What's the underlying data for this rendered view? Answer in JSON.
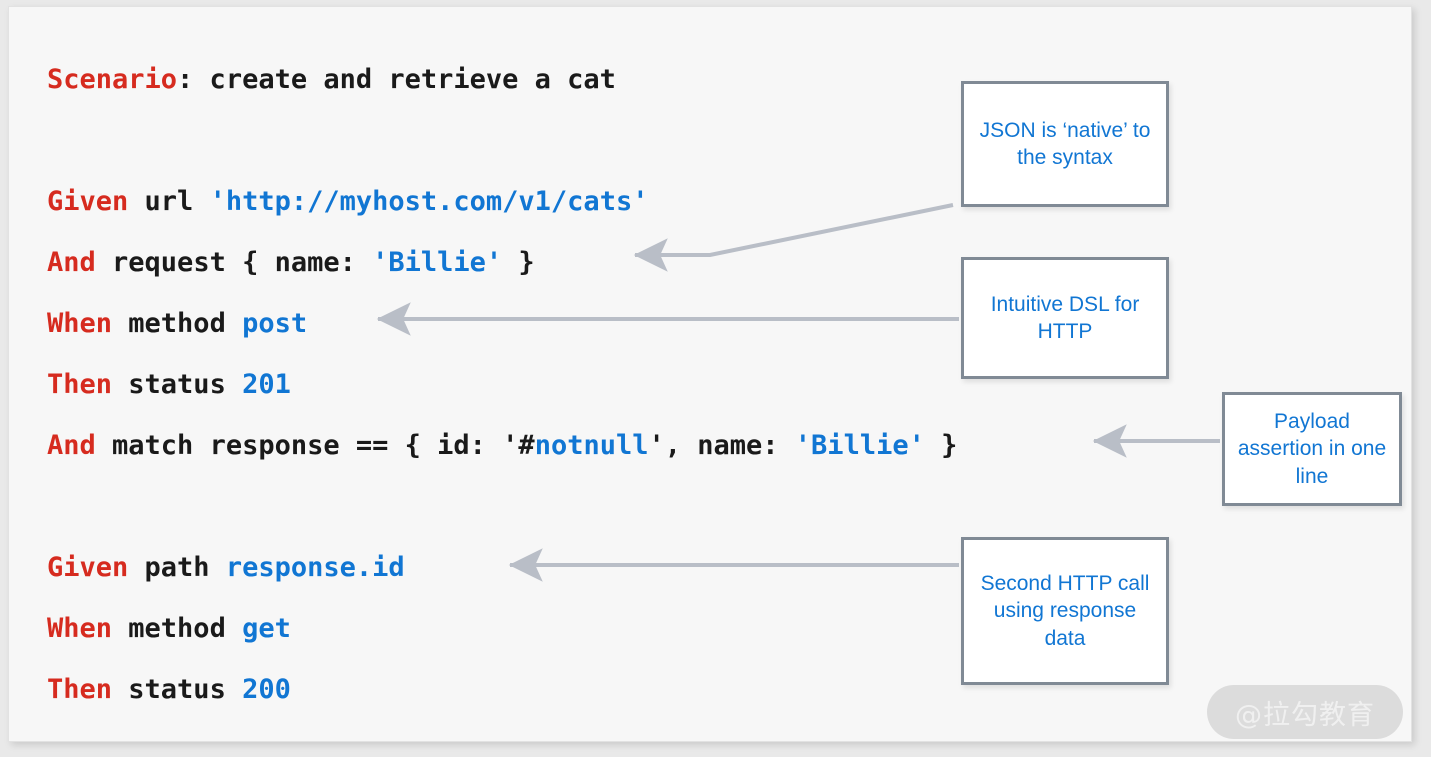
{
  "slide": {
    "background_color": "#f7f7f7",
    "page_background_color": "#e9e9e9"
  },
  "colors": {
    "keyword_red": "#d62b1f",
    "value_blue": "#1176d3",
    "plain_black": "#1a1a1a",
    "callout_border_gray": "#808a95",
    "connector_gray": "#b9bec7",
    "watermark_bg": "#dcdcdc",
    "watermark_text": "#f0f0f0"
  },
  "code": {
    "lines": [
      {
        "id": "scenario",
        "tokens": [
          {
            "text": "Scenario",
            "style": "kw"
          },
          {
            "text": ": create and retrieve a cat",
            "style": "pl"
          }
        ]
      },
      {
        "id": "blank-1",
        "tokens": []
      },
      {
        "id": "given-url",
        "tokens": [
          {
            "text": "Given",
            "style": "kw"
          },
          {
            "text": " url ",
            "style": "pl"
          },
          {
            "text": "'http://myhost.com/v1/cats'",
            "style": "val"
          }
        ]
      },
      {
        "id": "and-request",
        "tokens": [
          {
            "text": "And",
            "style": "kw"
          },
          {
            "text": " request { name: ",
            "style": "pl"
          },
          {
            "text": "'Billie'",
            "style": "val"
          },
          {
            "text": " }",
            "style": "pl"
          }
        ]
      },
      {
        "id": "when-method-post",
        "tokens": [
          {
            "text": "When",
            "style": "kw"
          },
          {
            "text": " method ",
            "style": "pl"
          },
          {
            "text": "post",
            "style": "val"
          }
        ]
      },
      {
        "id": "then-status-201",
        "tokens": [
          {
            "text": "Then",
            "style": "kw"
          },
          {
            "text": " status ",
            "style": "pl"
          },
          {
            "text": "201",
            "style": "val"
          }
        ]
      },
      {
        "id": "and-match-response",
        "tokens": [
          {
            "text": "And",
            "style": "kw"
          },
          {
            "text": " match response == { id: '#",
            "style": "pl"
          },
          {
            "text": "notnull",
            "style": "val"
          },
          {
            "text": "', name: ",
            "style": "pl"
          },
          {
            "text": "'Billie'",
            "style": "val"
          },
          {
            "text": " }",
            "style": "pl"
          }
        ]
      },
      {
        "id": "blank-2",
        "tokens": []
      },
      {
        "id": "given-path",
        "tokens": [
          {
            "text": "Given",
            "style": "kw"
          },
          {
            "text": " path ",
            "style": "pl"
          },
          {
            "text": "response.id",
            "style": "val"
          }
        ]
      },
      {
        "id": "when-method-get",
        "tokens": [
          {
            "text": "When",
            "style": "kw"
          },
          {
            "text": " method ",
            "style": "pl"
          },
          {
            "text": "get",
            "style": "val"
          }
        ]
      },
      {
        "id": "then-status-200",
        "tokens": [
          {
            "text": "Then",
            "style": "kw"
          },
          {
            "text": " status ",
            "style": "pl"
          },
          {
            "text": "200",
            "style": "val"
          }
        ]
      }
    ]
  },
  "callouts": {
    "json": {
      "text": "JSON is ‘native’ to the syntax"
    },
    "dsl": {
      "text": "Intuitive DSL for HTTP"
    },
    "payload": {
      "text": "Payload assertion in one line"
    },
    "second": {
      "text": "Second HTTP call using response data"
    }
  },
  "watermark": {
    "text": "@拉勾教育"
  }
}
